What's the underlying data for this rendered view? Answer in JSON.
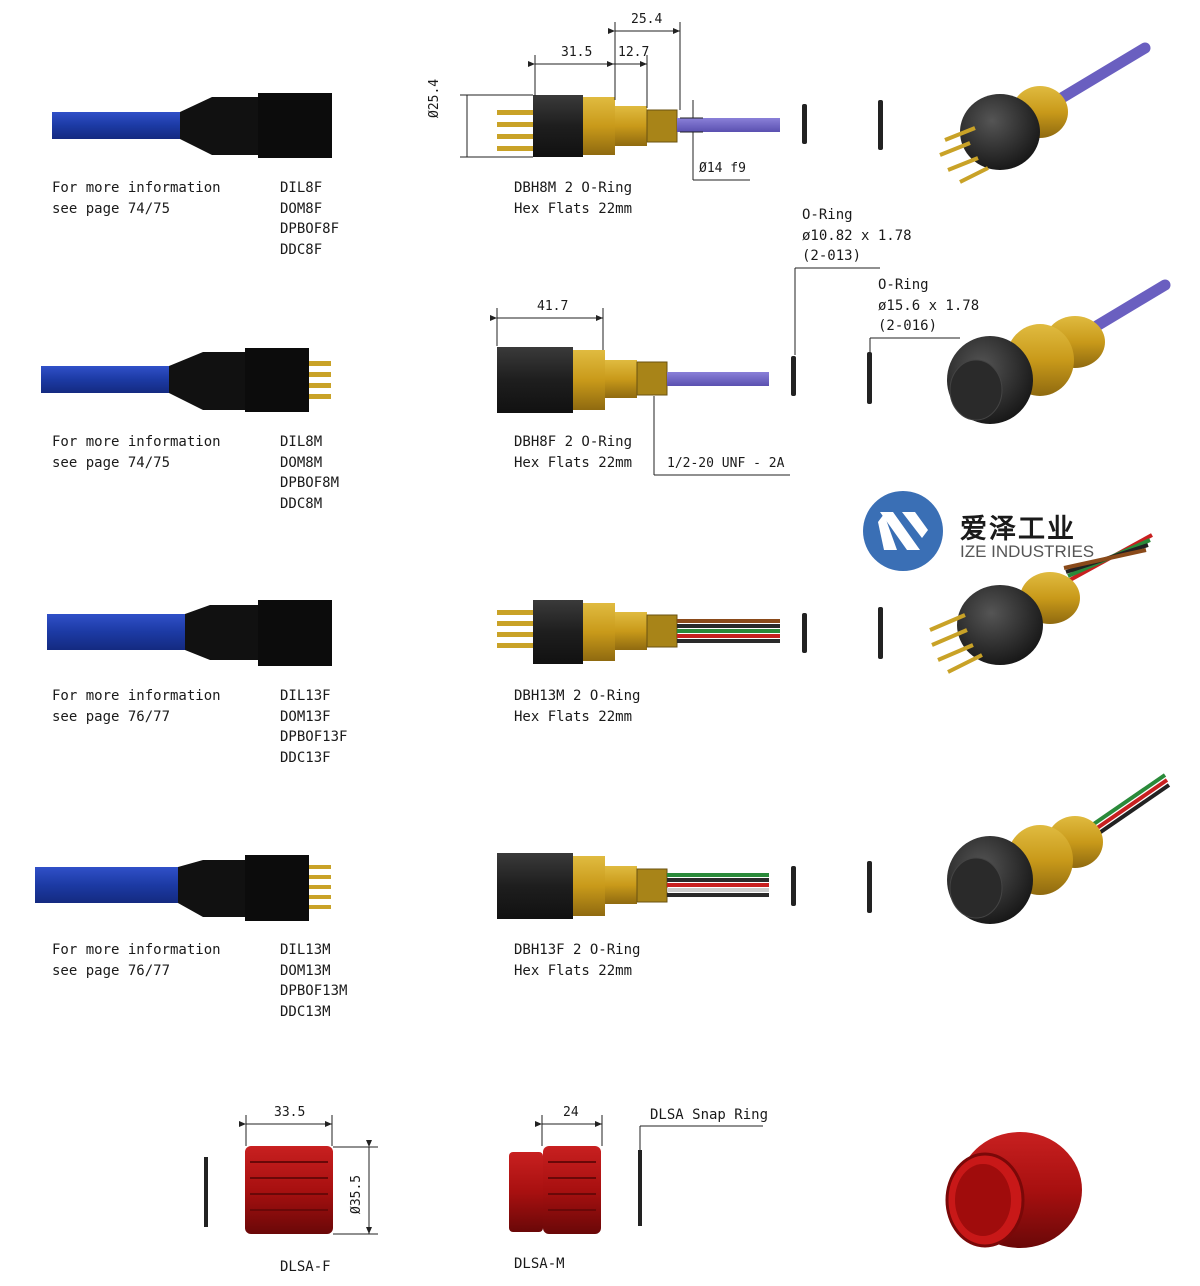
{
  "rows": [
    {
      "info": [
        "For more information",
        "see page 74/75"
      ],
      "models": [
        "DIL8F",
        "DOM8F",
        "DPBOF8F",
        "DDC8F"
      ],
      "bulkhead": [
        "DBH8M 2 O-Ring",
        "Hex Flats 22mm"
      ]
    },
    {
      "info": [
        "For more information",
        "see page 74/75"
      ],
      "models": [
        "DIL8M",
        "DOM8M",
        "DPBOF8M",
        "DDC8M"
      ],
      "bulkhead": [
        "DBH8F 2 O-Ring",
        "Hex Flats 22mm"
      ]
    },
    {
      "info": [
        "For more information",
        "see page 76/77"
      ],
      "models": [
        "DIL13F",
        "DOM13F",
        "DPBOF13F",
        "DDC13F"
      ],
      "bulkhead": [
        "DBH13M 2 O-Ring",
        "Hex Flats 22mm"
      ]
    },
    {
      "info": [
        "For more information",
        "see page 76/77"
      ],
      "models": [
        "DIL13M",
        "DOM13M",
        "DPBOF13M",
        "DDC13M"
      ],
      "bulkhead": [
        "DBH13F 2 O-Ring",
        "Hex Flats 22mm"
      ]
    }
  ],
  "dimensions": {
    "d25_4": "25.4",
    "d31_5": "31.5",
    "d12_7": "12.7",
    "dia25_4": "Ø25.4",
    "dia14": "Ø14 f9",
    "d41_7": "41.7",
    "thread": "1/2-20 UNF - 2A",
    "d33_5": "33.5",
    "dia35_5": "Ø35.5",
    "d24": "24"
  },
  "orings": {
    "small": [
      "O-Ring",
      "ø10.82 x 1.78",
      "(2-013)"
    ],
    "large": [
      "O-Ring",
      "ø15.6 x 1.78",
      "(2-016)"
    ]
  },
  "snap_ring": "DLSA Snap Ring",
  "sleeves": {
    "female": "DLSA-F",
    "male": "DLSA-M"
  },
  "logo": {
    "cn": "爱泽工业",
    "en": "IZE INDUSTRIES",
    "brand_color": "#3a6fb5"
  },
  "colors": {
    "cable": "#1f3fa8",
    "purple_cable": "#6a5fc0",
    "brass": "#c9a227",
    "red_sleeve": "#b01818"
  }
}
